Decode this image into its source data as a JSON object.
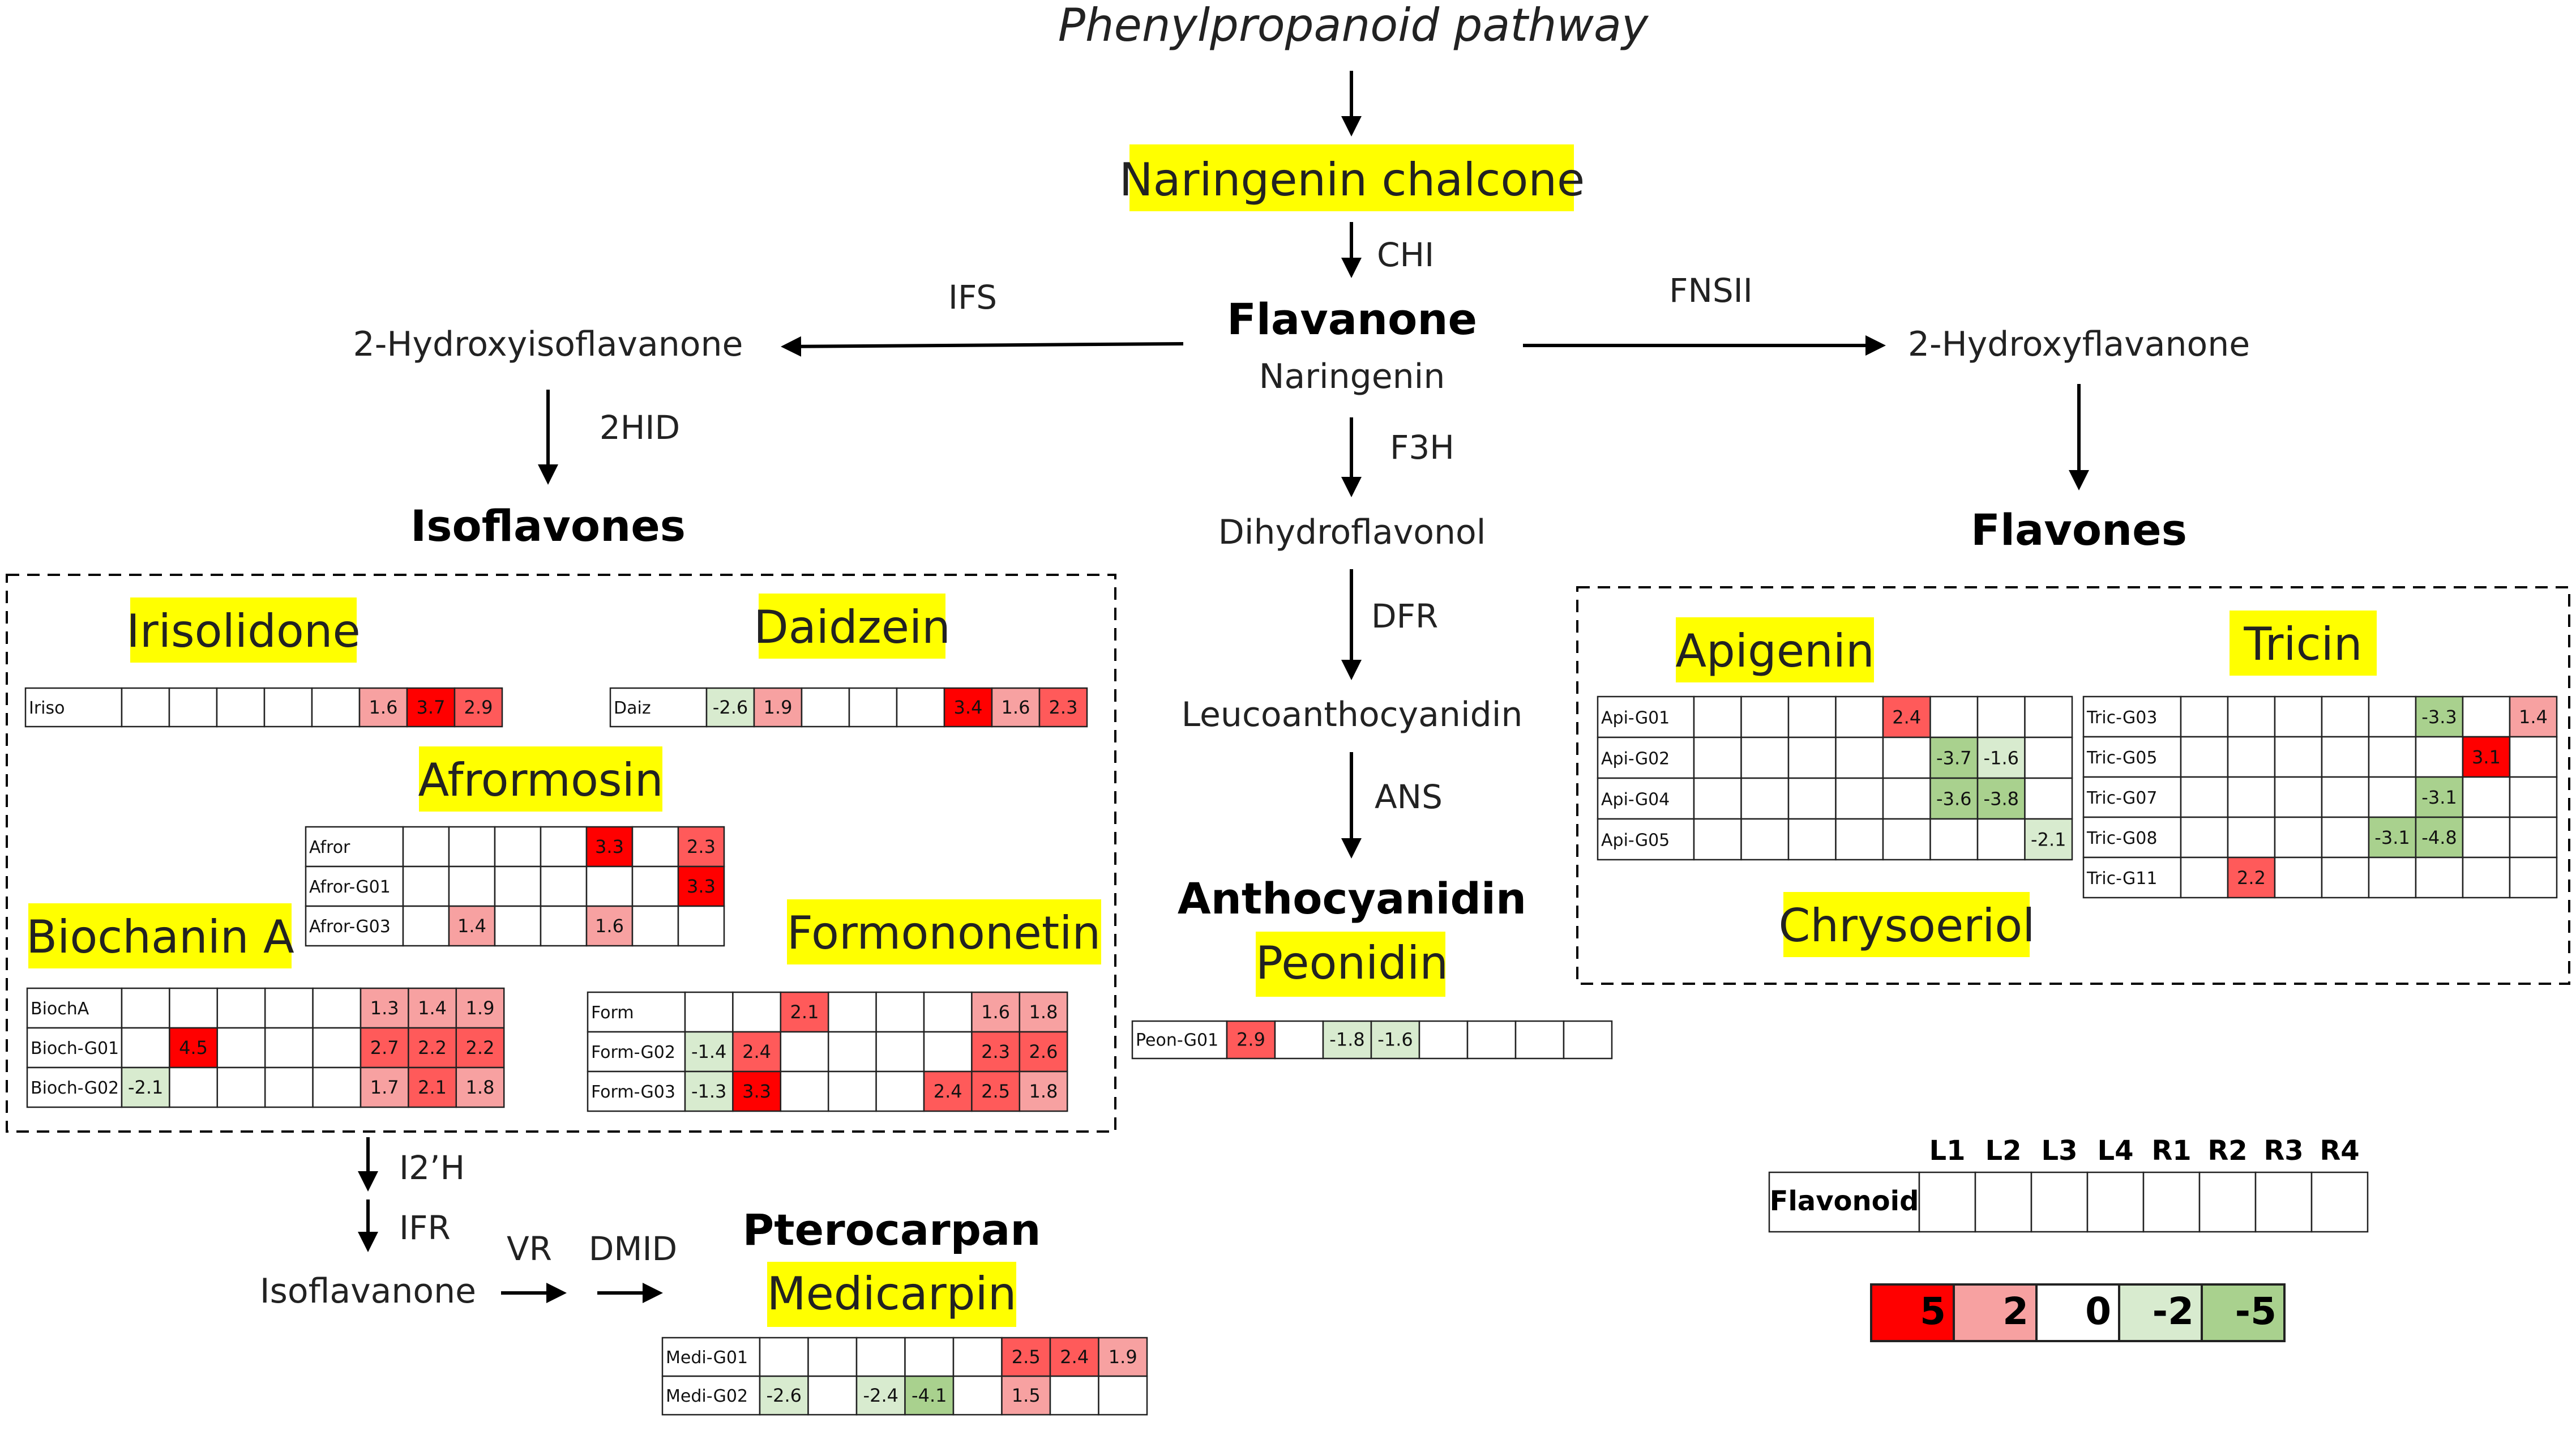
{
  "pathway": {
    "title": "Phenylpropanoid pathway",
    "naringenin_chalcone": "Naringenin chalcone",
    "chi": "CHI",
    "flavanone": "Flavanone",
    "naringenin": "Naringenin",
    "ifs": "IFS",
    "fnsii": "FNSII",
    "hydroxyisoflavanone": "2-Hydroxyisoflavanone",
    "hydroxyflavanone": "2-Hydroxyflavanone",
    "hid": "2HID",
    "isoflavones": "Isoflavones",
    "flavones": "Flavones",
    "f3h": "F3H",
    "dihydroflavonol": "Dihydroflavonol",
    "dfr": "DFR",
    "leucoanthocyanidin": "Leucoanthocyanidin",
    "ans": "ANS",
    "anthocyanidin": "Anthocyanidin",
    "peonidin": "Peonidin",
    "i2h": "I2’H",
    "ifr": "IFR",
    "isoflavanone": "Isoflavanone",
    "vr": "VR",
    "dmid": "DMID",
    "pterocarpan": "Pterocarpan",
    "medicarpin": "Medicarpin"
  },
  "compounds": {
    "irisolidone": "Irisolidone",
    "daidzein": "Daidzein",
    "afrormosin": "Afrormosin",
    "biochanin": "Biochanin A",
    "formononetin": "Formononetin",
    "apigenin": "Apigenin",
    "tricin": "Tricin",
    "chrysoeriol": "Chrysoeriol"
  },
  "colors": {
    "highlight": "#ffff00",
    "pos_strong": "#ff0000",
    "pos_mid": "#ff5a5a",
    "pos_light": "#f7a1a1",
    "neg_light": "#d8ebcf",
    "neg_strong": "#a9d18e",
    "arrow": "#000000"
  },
  "tables": {
    "iriso": {
      "rows": [
        {
          "label": "Iriso",
          "values": [
            null,
            null,
            null,
            null,
            null,
            1.6,
            3.7,
            2.9
          ]
        }
      ]
    },
    "daiz": {
      "rows": [
        {
          "label": "Daiz",
          "values": [
            -2.6,
            1.9,
            null,
            null,
            null,
            3.4,
            1.6,
            2.3
          ]
        }
      ]
    },
    "afror": {
      "rows": [
        {
          "label": "Afror",
          "values": [
            null,
            null,
            null,
            null,
            3.3,
            null,
            2.3
          ]
        },
        {
          "label": "Afror-G01",
          "values": [
            null,
            null,
            null,
            null,
            null,
            null,
            3.3
          ]
        },
        {
          "label": "Afror-G03",
          "values": [
            null,
            1.4,
            null,
            null,
            1.6,
            null,
            null
          ]
        }
      ]
    },
    "bioch": {
      "rows": [
        {
          "label": "BiochA",
          "values": [
            null,
            null,
            null,
            null,
            null,
            1.3,
            1.4,
            1.9
          ]
        },
        {
          "label": "Bioch-G01",
          "values": [
            null,
            4.5,
            null,
            null,
            null,
            2.7,
            2.2,
            2.2
          ]
        },
        {
          "label": "Bioch-G02",
          "values": [
            -2.1,
            null,
            null,
            null,
            null,
            1.7,
            2.1,
            1.8
          ]
        }
      ]
    },
    "form": {
      "rows": [
        {
          "label": "Form",
          "values": [
            null,
            null,
            2.1,
            null,
            null,
            null,
            1.6,
            1.8
          ]
        },
        {
          "label": "Form-G02",
          "values": [
            -1.4,
            2.4,
            null,
            null,
            null,
            null,
            2.3,
            2.6
          ]
        },
        {
          "label": "Form-G03",
          "values": [
            -1.3,
            3.3,
            null,
            null,
            null,
            2.4,
            2.5,
            1.8
          ]
        }
      ]
    },
    "peon": {
      "rows": [
        {
          "label": "Peon-G01",
          "values": [
            2.9,
            null,
            -1.8,
            -1.6,
            null,
            null,
            null,
            null
          ]
        }
      ]
    },
    "medi": {
      "rows": [
        {
          "label": "Medi-G01",
          "values": [
            null,
            null,
            null,
            null,
            null,
            2.5,
            2.4,
            1.9
          ]
        },
        {
          "label": "Medi-G02",
          "values": [
            -2.6,
            null,
            -2.4,
            -4.1,
            null,
            1.5,
            null,
            null
          ]
        }
      ]
    },
    "api": {
      "rows": [
        {
          "label": "Api-G01",
          "values": [
            null,
            null,
            null,
            null,
            2.4,
            null,
            null,
            null
          ]
        },
        {
          "label": "Api-G02",
          "values": [
            null,
            null,
            null,
            null,
            null,
            -3.7,
            -1.6,
            null
          ]
        },
        {
          "label": "Api-G04",
          "values": [
            null,
            null,
            null,
            null,
            null,
            -3.6,
            -3.8,
            null
          ]
        },
        {
          "label": "Api-G05",
          "values": [
            null,
            null,
            null,
            null,
            null,
            null,
            null,
            -2.1
          ]
        }
      ]
    },
    "tric": {
      "rows": [
        {
          "label": "Tric-G03",
          "values": [
            null,
            null,
            null,
            null,
            null,
            -3.3,
            null,
            1.4
          ]
        },
        {
          "label": "Tric-G05",
          "values": [
            null,
            null,
            null,
            null,
            null,
            null,
            3.1,
            null
          ]
        },
        {
          "label": "Tric-G07",
          "values": [
            null,
            null,
            null,
            null,
            null,
            -3.1,
            null,
            null
          ]
        },
        {
          "label": "Tric-G08",
          "values": [
            null,
            null,
            null,
            null,
            -3.1,
            -4.8,
            null,
            null
          ]
        },
        {
          "label": "Tric-G11",
          "values": [
            null,
            2.2,
            null,
            null,
            null,
            null,
            null,
            null
          ]
        }
      ]
    }
  },
  "legend": {
    "columns": [
      "L1",
      "L2",
      "L3",
      "L4",
      "R1",
      "R2",
      "R3",
      "R4"
    ],
    "row_label": "Flavonoid",
    "scale": [
      {
        "label": "5",
        "value": 5
      },
      {
        "label": "2",
        "value": 2
      },
      {
        "label": "0",
        "value": 0
      },
      {
        "label": "-2",
        "value": -2
      },
      {
        "label": "-5",
        "value": -5
      }
    ]
  }
}
